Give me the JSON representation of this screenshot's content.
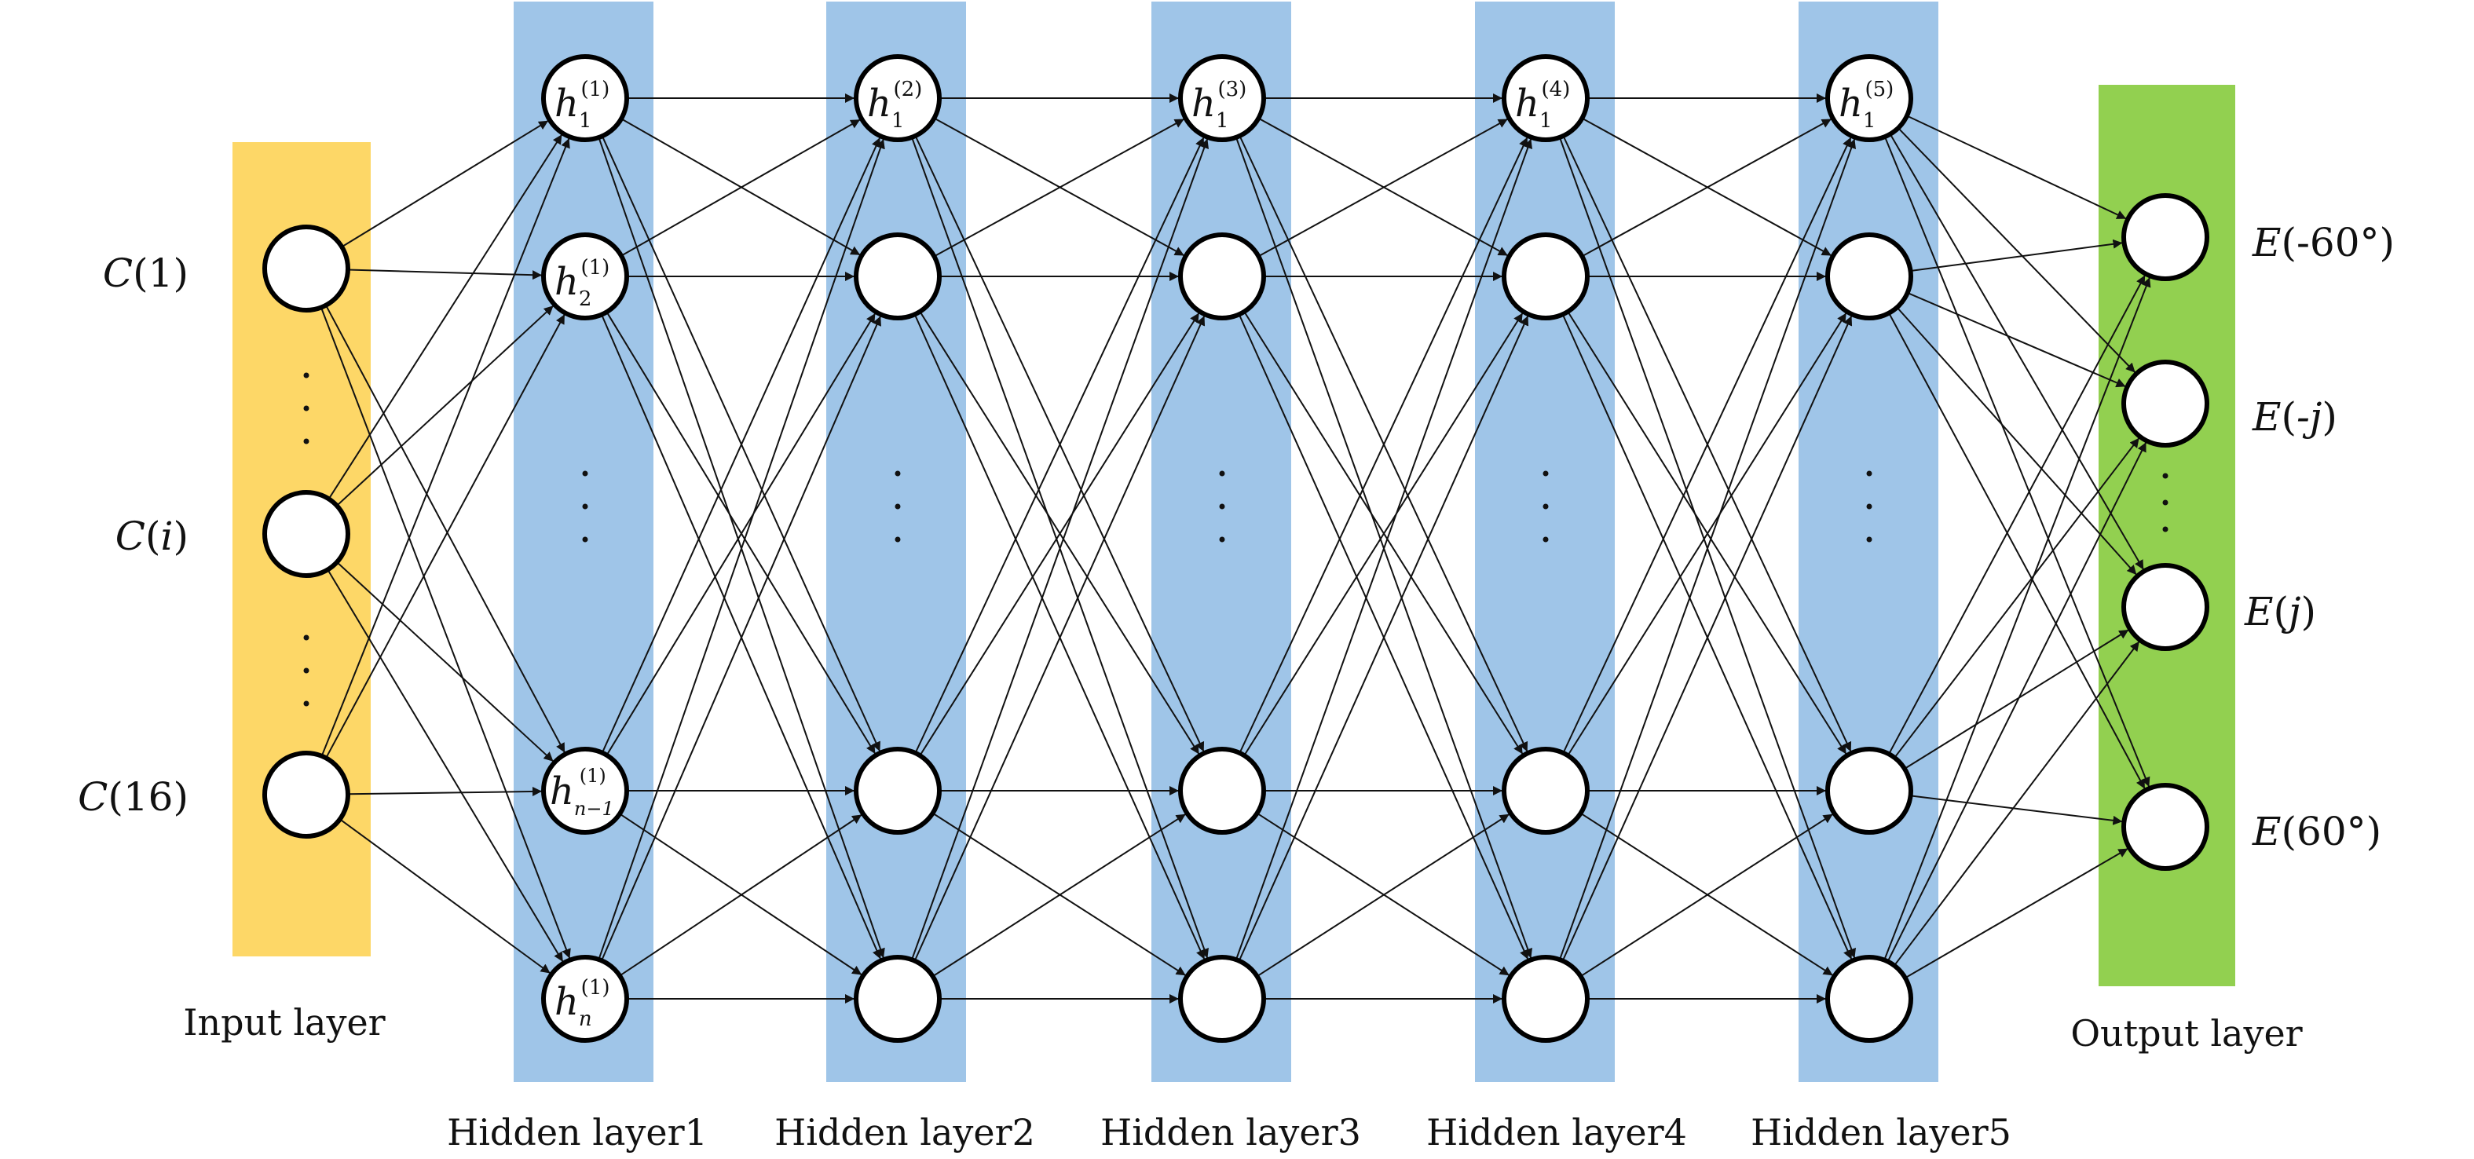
{
  "diagram": {
    "input_layer": {
      "label": "Input layer",
      "color": "#fdd767",
      "node_labels": [
        {
          "prefix": "C",
          "arg": "1"
        },
        {
          "prefix": "C",
          "arg": "i"
        },
        {
          "prefix": "C",
          "arg": "16"
        }
      ]
    },
    "hidden_layers": [
      {
        "label": "Hidden layer1",
        "color": "#9fc5e8",
        "top_node": {
          "sym": "h",
          "sub": "1",
          "sup": "(1)"
        }
      },
      {
        "label": "Hidden layer2",
        "color": "#9fc5e8",
        "top_node": {
          "sym": "h",
          "sub": "1",
          "sup": "(2)"
        }
      },
      {
        "label": "Hidden layer3",
        "color": "#9fc5e8",
        "top_node": {
          "sym": "h",
          "sub": "1",
          "sup": "(3)"
        }
      },
      {
        "label": "Hidden layer4",
        "color": "#9fc5e8",
        "top_node": {
          "sym": "h",
          "sub": "1",
          "sup": "(4)"
        }
      },
      {
        "label": "Hidden layer5",
        "color": "#9fc5e8",
        "top_node": {
          "sym": "h",
          "sub": "1",
          "sup": "(5)"
        }
      }
    ],
    "hidden_layer1_extra_nodes": [
      {
        "sym": "h",
        "sub": "2",
        "sup": "(1)"
      },
      {
        "sym": "h",
        "sub": "n−1",
        "sup": "(1)"
      },
      {
        "sym": "h",
        "sub": "n",
        "sup": "(1)"
      }
    ],
    "output_layer": {
      "label": "Output layer",
      "color": "#92d050",
      "node_labels": [
        {
          "prefix": "E",
          "arg": "-60°"
        },
        {
          "prefix": "E",
          "arg": "-j"
        },
        {
          "prefix": "E",
          "arg": "j"
        },
        {
          "prefix": "E",
          "arg": "60°"
        }
      ]
    }
  }
}
